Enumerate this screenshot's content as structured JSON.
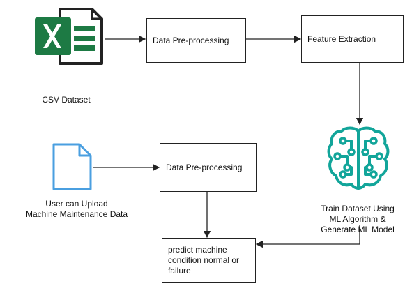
{
  "nodes": {
    "csv_dataset": "CSV Dataset",
    "preprocess_top": "Data Pre-processing",
    "feature_extraction": "Feature Extraction",
    "train_model": [
      "Train Dataset Using",
      "ML Algorithm &",
      "Generate ML Model"
    ],
    "user_upload": [
      "User can Upload",
      "Machine Maintenance Data"
    ],
    "preprocess_bottom": "Data Pre-processing",
    "predict": [
      "predict  machine",
      "condition normal or",
      "failure"
    ]
  },
  "icons": {
    "csv": "excel-file-icon",
    "upload": "document-icon",
    "ml": "ai-brain-icon"
  },
  "colors": {
    "excel_green": "#1d7a44",
    "doc_blue": "#4a9fe0",
    "brain_teal": "#12a59a",
    "line": "#222222"
  }
}
